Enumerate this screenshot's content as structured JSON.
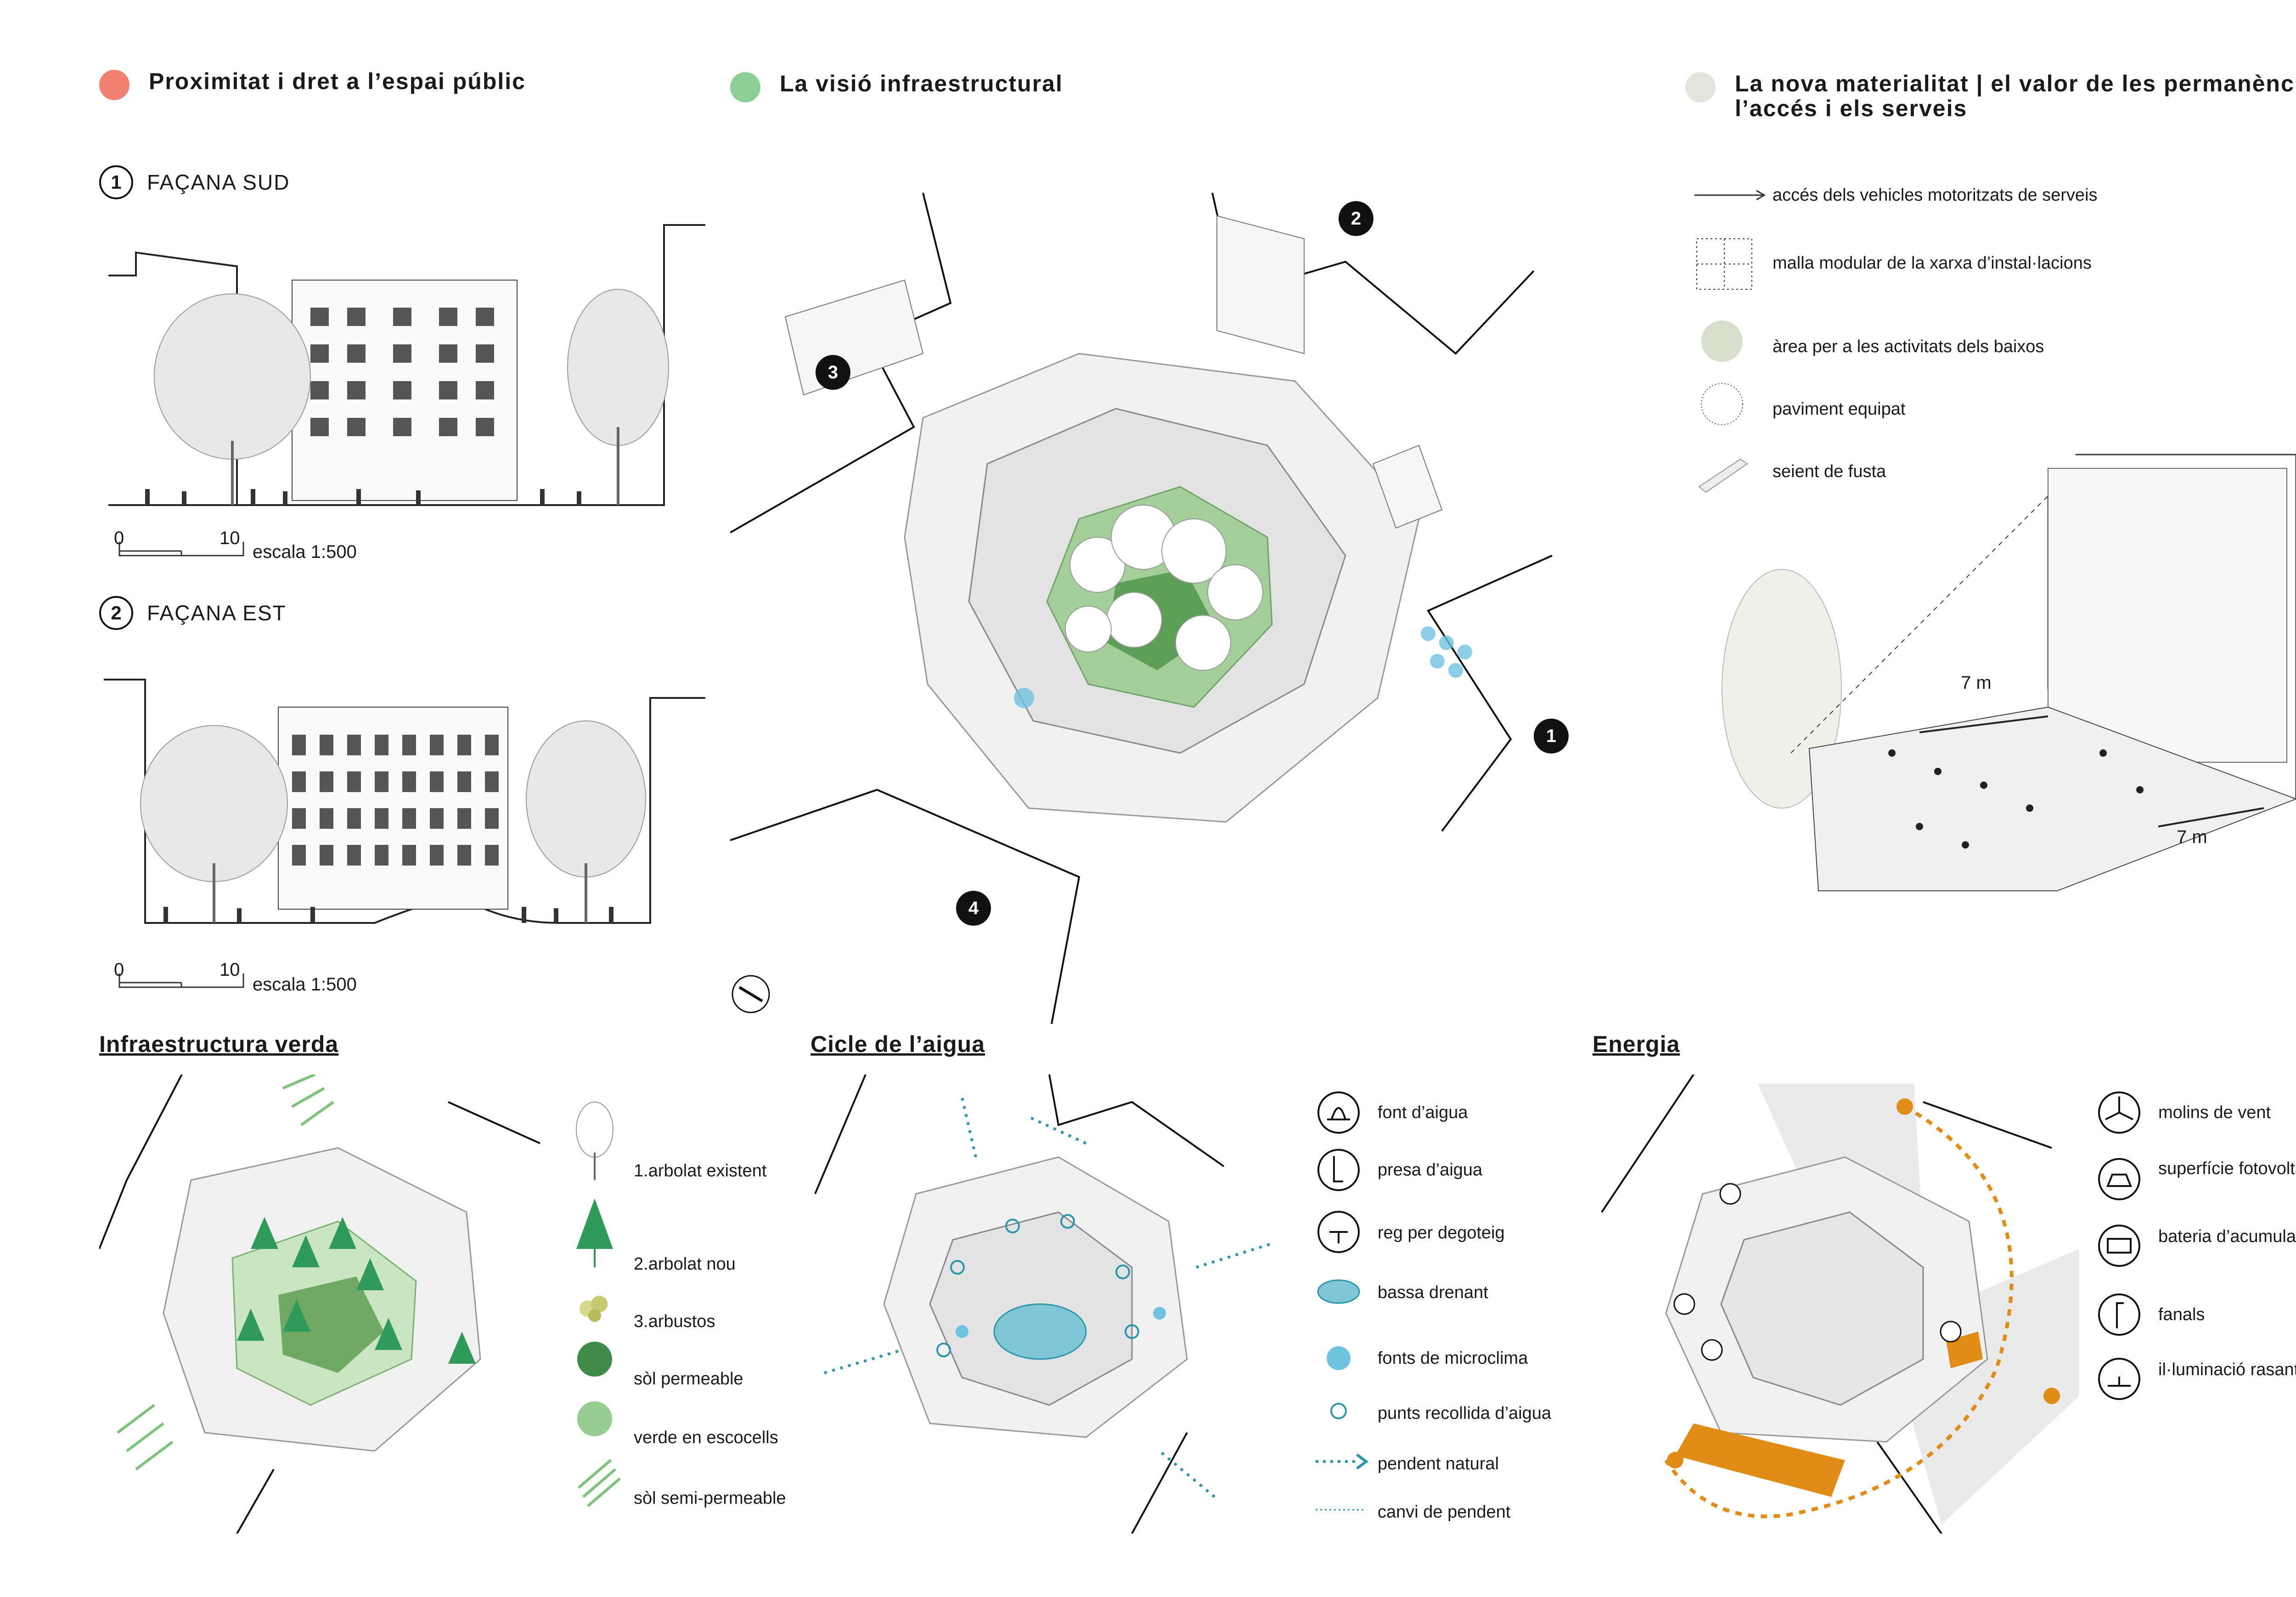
{
  "headers": {
    "h1": "Proximitat i dret a l’espai públic",
    "h2": "La visió infraestructural",
    "h3_line1": "La nova materialitat | el valor de les permanències",
    "h3_line2": "l’accés i els serveis",
    "h1_color": "#f28070",
    "h2_color": "#8ecf98",
    "h3_color": "#e2e6da"
  },
  "elevations": {
    "e1_num": "1",
    "e1_label": "FAÇANA SUD",
    "e2_num": "2",
    "e2_label": "FAÇANA EST",
    "scale_zero": "0",
    "scale_ten": "10",
    "scale_text": "escala 1:500"
  },
  "plan": {
    "markers": [
      "1",
      "2",
      "3",
      "4"
    ]
  },
  "materiality": {
    "legend": [
      {
        "icon": "arrow-icon",
        "label": "accés dels vehicles motoritzats de serveis"
      },
      {
        "icon": "grid-icon",
        "label": "malla modular de la xarxa d’instal·lacions"
      },
      {
        "icon": "circle-area-icon",
        "label": "àrea per a les activitats dels baixos"
      },
      {
        "icon": "hatched-circle-icon",
        "label": "paviment equipat"
      },
      {
        "icon": "bench-icon",
        "label": "seient de fusta"
      }
    ],
    "dim1": "7 m",
    "dim2": "7 m"
  },
  "green": {
    "title": "Infraestructura verda",
    "legend": [
      {
        "icon": "existing-tree-icon",
        "label": "1.arbolat existent"
      },
      {
        "icon": "new-tree-icon",
        "label": "2.arbolat nou"
      },
      {
        "icon": "shrubs-icon",
        "label": "3.arbustos"
      },
      {
        "icon": "permeable-soil-icon",
        "label": "sòl permeable"
      },
      {
        "icon": "tree-pit-green-icon",
        "label": "verde en escocells"
      },
      {
        "icon": "semi-permeable-icon",
        "label": "sòl semi-permeable"
      }
    ],
    "colors": {
      "dark": "#3f8a48",
      "light": "#97cd92",
      "hatch": "#7cc47a",
      "tree": "#2f9a5a"
    }
  },
  "water": {
    "title": "Cicle de l’aigua",
    "legend": [
      {
        "icon": "fountain-icon",
        "label": "font d’aigua"
      },
      {
        "icon": "water-intake-icon",
        "label": "presa d’aigua"
      },
      {
        "icon": "drip-irrigation-icon",
        "label": "reg per degoteig"
      },
      {
        "icon": "drainage-pond-icon",
        "label": "bassa drenant"
      },
      {
        "icon": "microclimate-icon",
        "label": "fonts de microclima"
      },
      {
        "icon": "collection-point-icon",
        "label": "punts recollida d’aigua"
      },
      {
        "icon": "natural-slope-icon",
        "label": "pendent natural"
      },
      {
        "icon": "slope-change-icon",
        "label": "canvi de pendent"
      }
    ],
    "color": "#2a97ad"
  },
  "energy": {
    "title": "Energia",
    "legend": [
      {
        "icon": "wind-turbine-icon",
        "label": "molins de vent"
      },
      {
        "icon": "solar-panel-icon",
        "label": "superfície fotovoltaica"
      },
      {
        "icon": "battery-icon",
        "label": "bateria d’acumulació"
      },
      {
        "icon": "street-lamp-icon",
        "label": "fanals"
      },
      {
        "icon": "ground-light-icon",
        "label": "il·luminació rasant"
      }
    ],
    "color": "#e08c17"
  }
}
